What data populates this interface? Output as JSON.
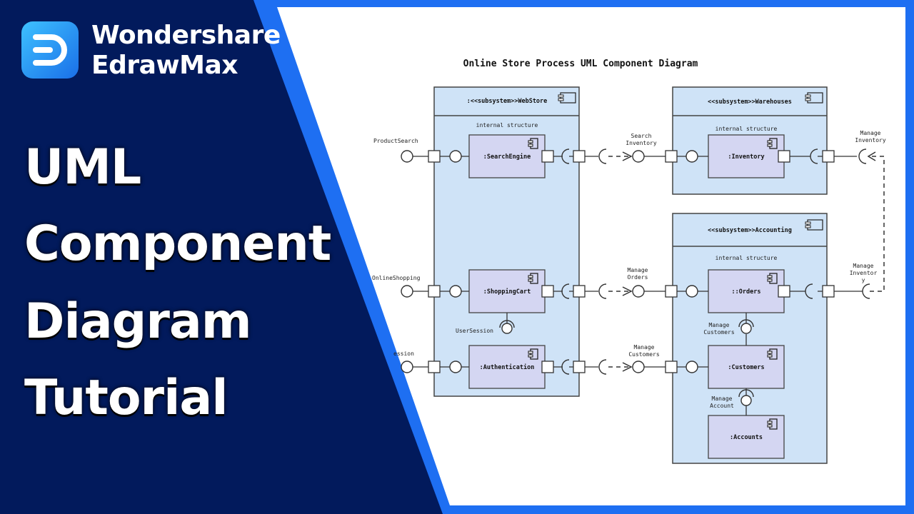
{
  "brand": {
    "line1": "Wondershare",
    "line2": "EdrawMax"
  },
  "headline": [
    "UML",
    "Component",
    "Diagram",
    "Tutorial"
  ],
  "diagram": {
    "title": "Online Store Process UML Component Diagram",
    "subsystems": {
      "webstore": ":<<subsystem>>WebStore",
      "warehouses": "<<subsystem>>Warehouses",
      "accounting": "<<subsystem>>Accounting",
      "internal": "internal structure"
    },
    "components": {
      "search_engine": ":SearchEngine",
      "shopping_cart": ":ShoppingCart",
      "authentication": ":Authentication",
      "inventory": ":Inventory",
      "orders": "::Orders",
      "customers": ":Customers",
      "accounts": ":Accounts"
    },
    "interfaces": {
      "product_search": "ProductSearch",
      "online_shopping": "OnlineShopping",
      "session": "ession",
      "user_session": "UserSession",
      "search_inventory": [
        "Search",
        "Inventory"
      ],
      "manage_orders": [
        "Manage",
        "Orders"
      ],
      "manage_customers_ext": [
        "Manage",
        "Customers"
      ],
      "manage_inventory_top": [
        "Manage",
        "Inventory"
      ],
      "manage_inventory_right": [
        "Manage",
        "Inventor",
        "y"
      ],
      "manage_customers_int": [
        "Manage",
        "Customers"
      ],
      "manage_account": [
        "Manage",
        "Account"
      ]
    }
  }
}
